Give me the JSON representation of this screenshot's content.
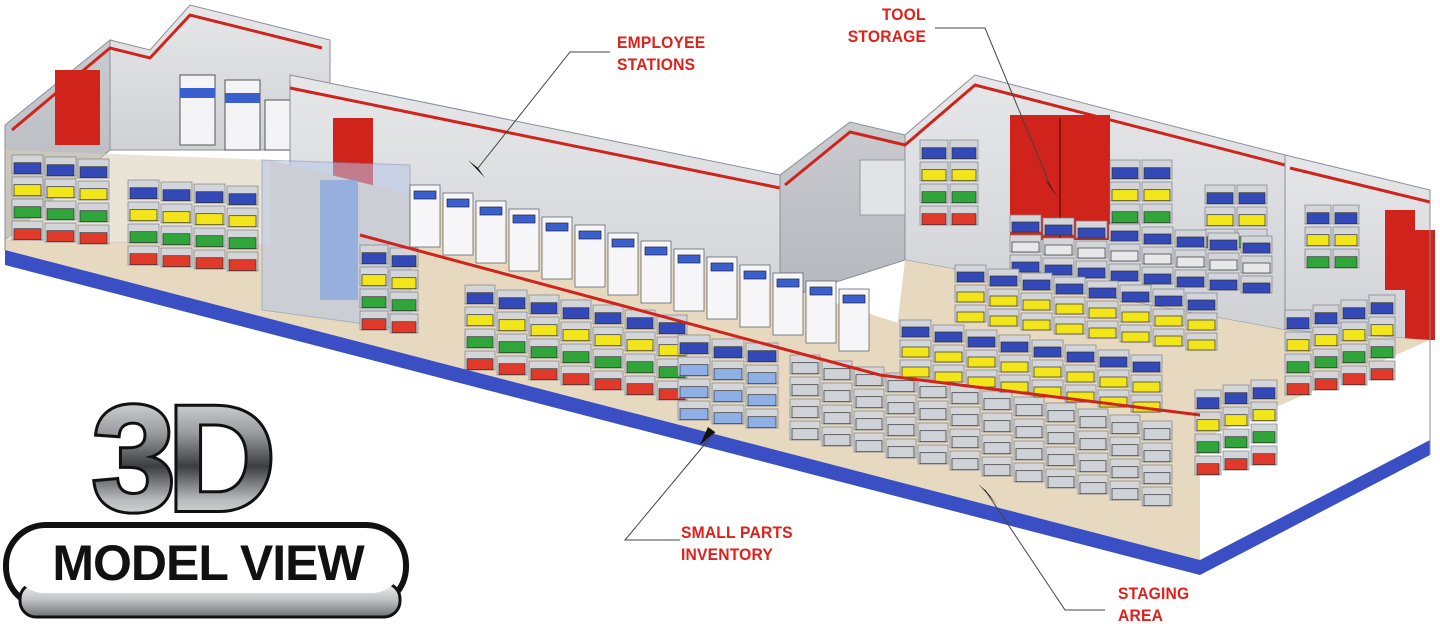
{
  "callouts": {
    "employee_stations": {
      "line1": "EMPLOYEE",
      "line2": "STATIONS"
    },
    "tool_storage": {
      "line1": "TOOL",
      "line2": "STORAGE"
    },
    "small_parts_inventory": {
      "line1": "SMALL PARTS",
      "line2": "INVENTORY"
    },
    "staging_area": {
      "line1": "STAGING",
      "line2": "AREA"
    }
  },
  "badge": {
    "big_text": "3D",
    "label": "MODEL VIEW"
  },
  "colors": {
    "accent_red": "#e0201b",
    "wall_red_door": "#d0231c",
    "floor_blue": "#3b4fc4",
    "wall_gray": "#d9dadc",
    "floor_beige": "#e6d9c0",
    "bin_blue": "#3349b8",
    "bin_yellow": "#f2e51a",
    "bin_green": "#2fa53a",
    "bin_red": "#e23a2a"
  },
  "icons": [
    "pointer-arrow-icon"
  ]
}
